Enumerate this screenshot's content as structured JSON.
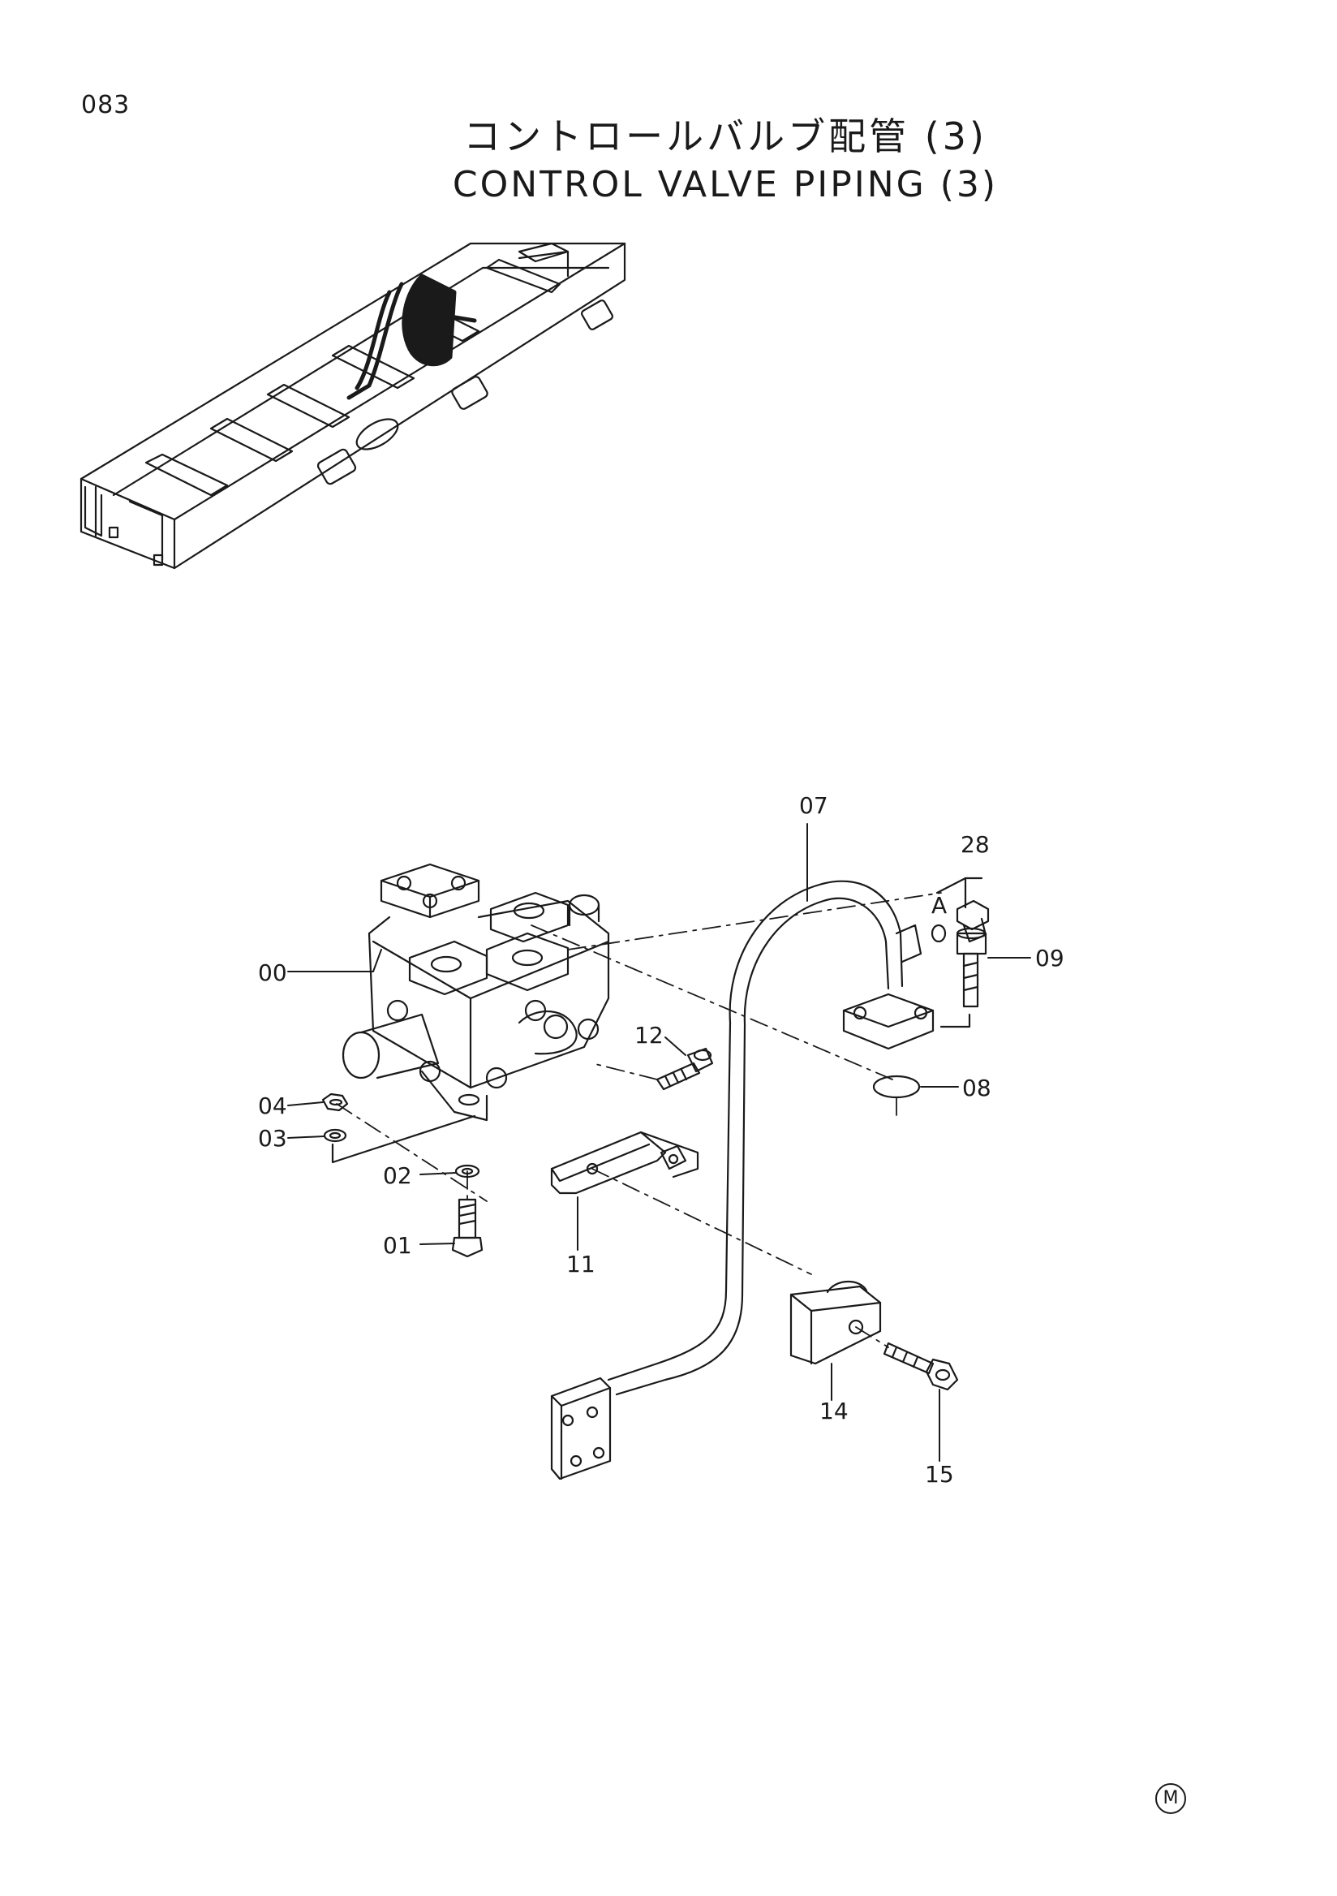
{
  "page": {
    "number": "083",
    "title_jp": "コントロールバルブ配管 (3)",
    "title_en": "CONTROL VALVE PIPING (3)",
    "mark": "M"
  },
  "callouts": {
    "p00": "00",
    "p01": "01",
    "p02": "02",
    "p03": "03",
    "p04": "04",
    "p07": "07",
    "p08": "08",
    "p09": "09",
    "p11": "11",
    "p12": "12",
    "p14": "14",
    "p15": "15",
    "p28": "28",
    "detail_a": "A"
  }
}
